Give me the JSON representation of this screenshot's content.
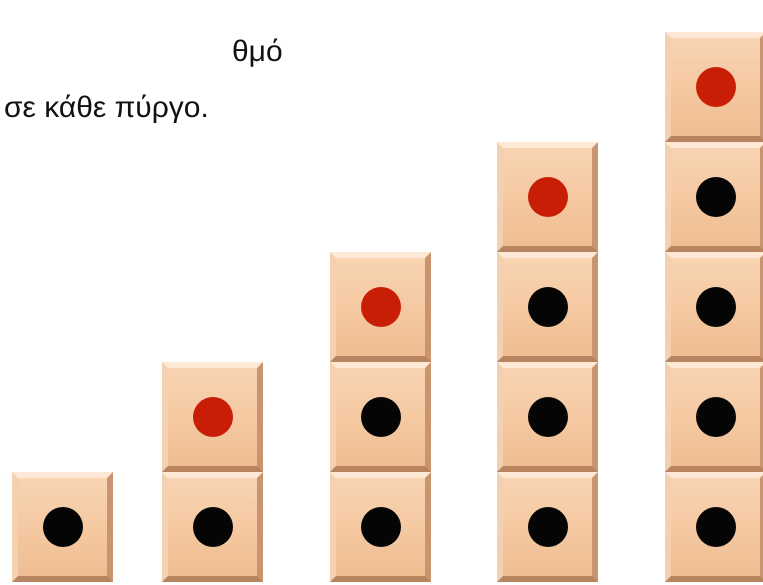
{
  "instruction": {
    "line1": "θμό",
    "line2": "σε κάθε πύργο."
  },
  "towers": [
    {
      "blocks": 1,
      "red_dots": 0
    },
    {
      "blocks": 2,
      "red_dots": 1
    },
    {
      "blocks": 3,
      "red_dots": 1
    },
    {
      "blocks": 4,
      "red_dots": 1
    },
    {
      "blocks": 5,
      "red_dots": 1
    }
  ],
  "colors": {
    "block": "#f5c9a2",
    "red_dot": "#c81e06",
    "black_dot": "#050505"
  }
}
